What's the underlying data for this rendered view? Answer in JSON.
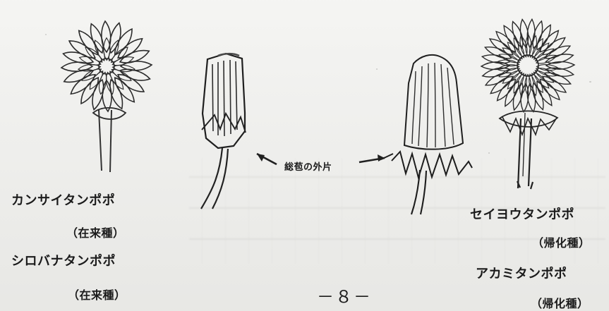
{
  "left_species": {
    "name1": "カンサイタンポポ",
    "note1": "（在来種）",
    "name2": "シロバナタンポポ",
    "note2": "（在来種）"
  },
  "center_label": "総苞の外片",
  "right_species": {
    "name1": "セイヨウタンポポ",
    "note1": "（帰化種）",
    "name2": "アカミタンポポ",
    "note2": "（帰化種）"
  },
  "page_number": "－８－"
}
